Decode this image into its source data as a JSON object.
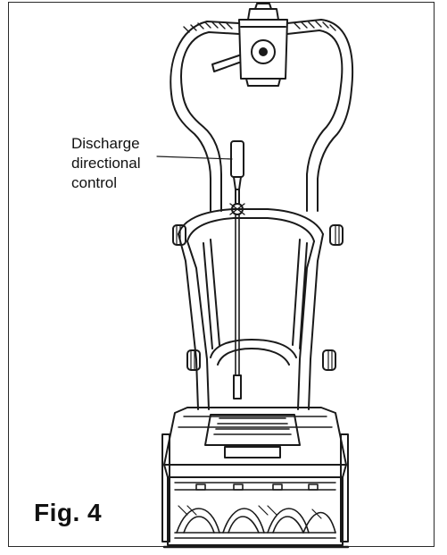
{
  "figure": {
    "label": "Fig. 4",
    "callout": {
      "lines": [
        "Discharge",
        "directional",
        "control"
      ]
    }
  },
  "icons": [
    "snow-blower-illustration"
  ],
  "colors": {
    "line": "#1a1a1a",
    "background": "#ffffff"
  }
}
